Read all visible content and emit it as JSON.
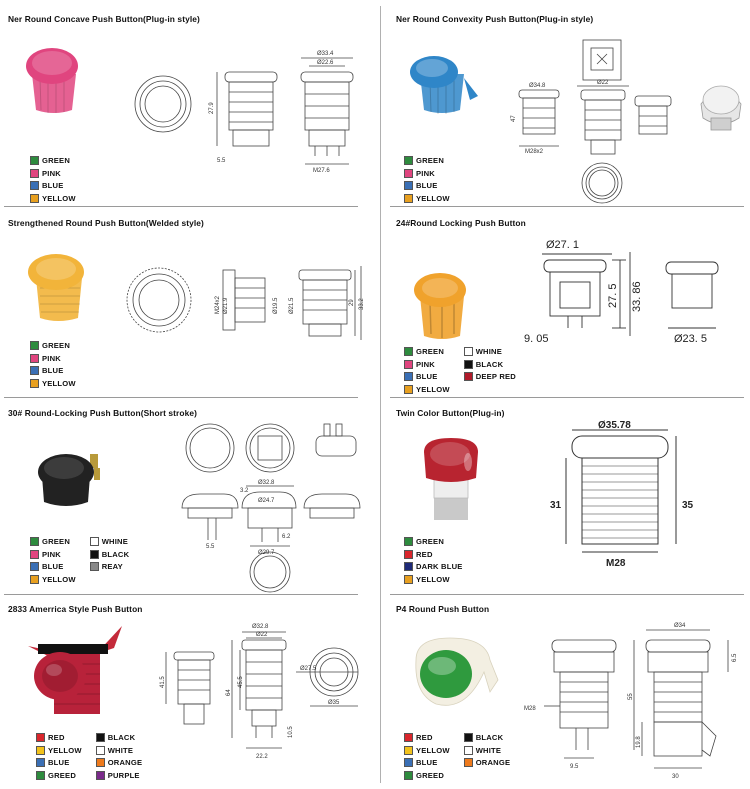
{
  "panels": [
    {
      "id": "ner-round-concave",
      "title": "Ner Round Concave Push Button(Plug-in style)",
      "button_color": "#e0457f",
      "dims": [
        "27.9",
        "5.5",
        "Ø33.4",
        "Ø22.6",
        "M27.6"
      ],
      "colors": [
        {
          "label": "GREEN",
          "hex": "#2e8b3e"
        },
        {
          "label": "PINK",
          "hex": "#e0457f"
        },
        {
          "label": "BLUE",
          "hex": "#3a6fb5"
        },
        {
          "label": "YELLOW",
          "hex": "#e8a020"
        }
      ]
    },
    {
      "id": "ner-round-convexity",
      "title": "Ner Round Convexity Push Button(Plug-in style)",
      "button_color": "#2f86c8",
      "dims": [
        "Ø34.8",
        "Ø22",
        "M28x2",
        "47"
      ],
      "colors": [
        {
          "label": "GREEN",
          "hex": "#2e8b3e"
        },
        {
          "label": "PINK",
          "hex": "#e0457f"
        },
        {
          "label": "BLUE",
          "hex": "#3a6fb5"
        },
        {
          "label": "YELLOW",
          "hex": "#e8a020"
        }
      ]
    },
    {
      "id": "strengthened-round",
      "title": "Strengthened Round Push Button(Welded style)",
      "button_color": "#f2b43a",
      "dims": [
        "M24x2",
        "Ø21.9",
        "Ø19.5",
        "Ø21.5",
        "29",
        "33.2"
      ],
      "colors": [
        {
          "label": "GREEN",
          "hex": "#2e8b3e"
        },
        {
          "label": "PINK",
          "hex": "#e0457f"
        },
        {
          "label": "BLUE",
          "hex": "#3a6fb5"
        },
        {
          "label": "YELLOW",
          "hex": "#e8a020"
        }
      ]
    },
    {
      "id": "24-round-locking",
      "title": "24#Round Locking Push Button",
      "button_color": "#f0a22c",
      "dims": [
        "Ø27. 1",
        "27. 5",
        "33. 86",
        "9. 05",
        "Ø23. 5"
      ],
      "colors": [
        {
          "label": "GREEN",
          "hex": "#2e8b3e"
        },
        {
          "label": "PINK",
          "hex": "#e0457f"
        },
        {
          "label": "BLUE",
          "hex": "#3a6fb5"
        },
        {
          "label": "YELLOW",
          "hex": "#e8a020"
        },
        {
          "label": "WHINE",
          "hex": "#ffffff"
        },
        {
          "label": "BLACK",
          "hex": "#111111"
        },
        {
          "label": "DEEP RED",
          "hex": "#b01a2a"
        }
      ]
    },
    {
      "id": "30-round-locking",
      "title": "30# Round-Locking Push Button(Short stroke)",
      "button_color": "#222222",
      "dims": [
        "Ø32.8",
        "Ø24.7",
        "Ø29.7",
        "6.2",
        "3.2",
        "5.5"
      ],
      "colors": [
        {
          "label": "GREEN",
          "hex": "#2e8b3e"
        },
        {
          "label": "PINK",
          "hex": "#e0457f"
        },
        {
          "label": "BLUE",
          "hex": "#3a6fb5"
        },
        {
          "label": "YELLOW",
          "hex": "#e8a020"
        },
        {
          "label": "WHINE",
          "hex": "#ffffff"
        },
        {
          "label": "BLACK",
          "hex": "#111111"
        },
        {
          "label": "REAY",
          "hex": "#888888"
        }
      ]
    },
    {
      "id": "twin-color",
      "title": "Twin Color Button(Plug-in)",
      "button_color": "#b82430",
      "dims": [
        "Ø35.78",
        "31",
        "35",
        "M28"
      ],
      "colors": [
        {
          "label": "GREEN",
          "hex": "#2e8b3e"
        },
        {
          "label": "RED",
          "hex": "#d9262c"
        },
        {
          "label": "DARK BLUE",
          "hex": "#1e2a78"
        },
        {
          "label": "YELLOW",
          "hex": "#e8a020"
        }
      ]
    },
    {
      "id": "2833-america",
      "title": "2833 Amerrica Style Push Button",
      "button_color": "#b8223a",
      "dims": [
        "Ø32.8",
        "Ø22",
        "41.5",
        "64",
        "45.5",
        "Ø27.5",
        "Ø35",
        "22.2",
        "10.5"
      ],
      "colors": [
        {
          "label": "RED",
          "hex": "#d9262c"
        },
        {
          "label": "YELLOW",
          "hex": "#f2c21c"
        },
        {
          "label": "BLUE",
          "hex": "#3a6fb5"
        },
        {
          "label": "GREED",
          "hex": "#2e8b3e"
        },
        {
          "label": "BLACK",
          "hex": "#111111"
        },
        {
          "label": "WHITE",
          "hex": "#ffffff"
        },
        {
          "label": "ORANGE",
          "hex": "#ee7a1c"
        },
        {
          "label": "PURPLE",
          "hex": "#7a2a8a"
        }
      ]
    },
    {
      "id": "p4-round",
      "title": "P4 Round Push Button",
      "button_color": "#2f9a3e",
      "dims": [
        "Ø34",
        "6.5",
        "55",
        "M28",
        "19.8",
        "9.5",
        "30"
      ],
      "colors": [
        {
          "label": "RED",
          "hex": "#d9262c"
        },
        {
          "label": "YELLOW",
          "hex": "#f2c21c"
        },
        {
          "label": "BLUE",
          "hex": "#3a6fb5"
        },
        {
          "label": "GREED",
          "hex": "#2e8b3e"
        },
        {
          "label": "BLACK",
          "hex": "#111111"
        },
        {
          "label": "WHITE",
          "hex": "#ffffff"
        },
        {
          "label": "ORANGE",
          "hex": "#ee7a1c"
        }
      ]
    }
  ]
}
